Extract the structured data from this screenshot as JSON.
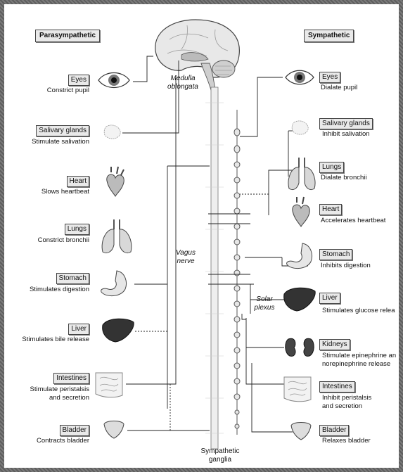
{
  "headers": {
    "parasympathetic": "Parasympathetic",
    "sympathetic": "Sympathetic"
  },
  "center_labels": {
    "medulla_line1": "Medulla",
    "medulla_line2": "oblongata",
    "vagus_line1": "Vagus",
    "vagus_line2": "nerve",
    "solar_line1": "Solar",
    "solar_line2": "plexus",
    "ganglia_line1": "Sympathetic",
    "ganglia_line2": "ganglia"
  },
  "parasympathetic": [
    {
      "organ": "Eyes",
      "effect": "Constrict pupil"
    },
    {
      "organ": "Salivary glands",
      "effect": "Stimulate salivation"
    },
    {
      "organ": "Heart",
      "effect": "Slows heartbeat"
    },
    {
      "organ": "Lungs",
      "effect": "Constrict bronchii"
    },
    {
      "organ": "Stomach",
      "effect": "Stimulates digestion"
    },
    {
      "organ": "Liver",
      "effect": "Stimulates bile release"
    },
    {
      "organ": "Intestines",
      "effect_line1": "Stimulate peristalsis",
      "effect_line2": "and secretion"
    },
    {
      "organ": "Bladder",
      "effect": "Contracts bladder"
    }
  ],
  "sympathetic": [
    {
      "organ": "Eyes",
      "effect": "Dialate pupil"
    },
    {
      "organ": "Salivary glands",
      "effect": "Inhibit salivation"
    },
    {
      "organ": "Lungs",
      "effect": "Dialate bronchii"
    },
    {
      "organ": "Heart",
      "effect": "Accelerates heartbeat"
    },
    {
      "organ": "Stomach",
      "effect": "Inhibits digestion"
    },
    {
      "organ": "Liver",
      "effect": "Stimulates glucose relea"
    },
    {
      "organ": "Kidneys",
      "effect_line1": "Stimulate epinephrine an",
      "effect_line2": "norepinephrine release"
    },
    {
      "organ": "Intestines",
      "effect_line1": "Inhibit peristalsis",
      "effect_line2": "and secretion"
    },
    {
      "organ": "Bladder",
      "effect": "Relaxes bladder"
    }
  ]
}
